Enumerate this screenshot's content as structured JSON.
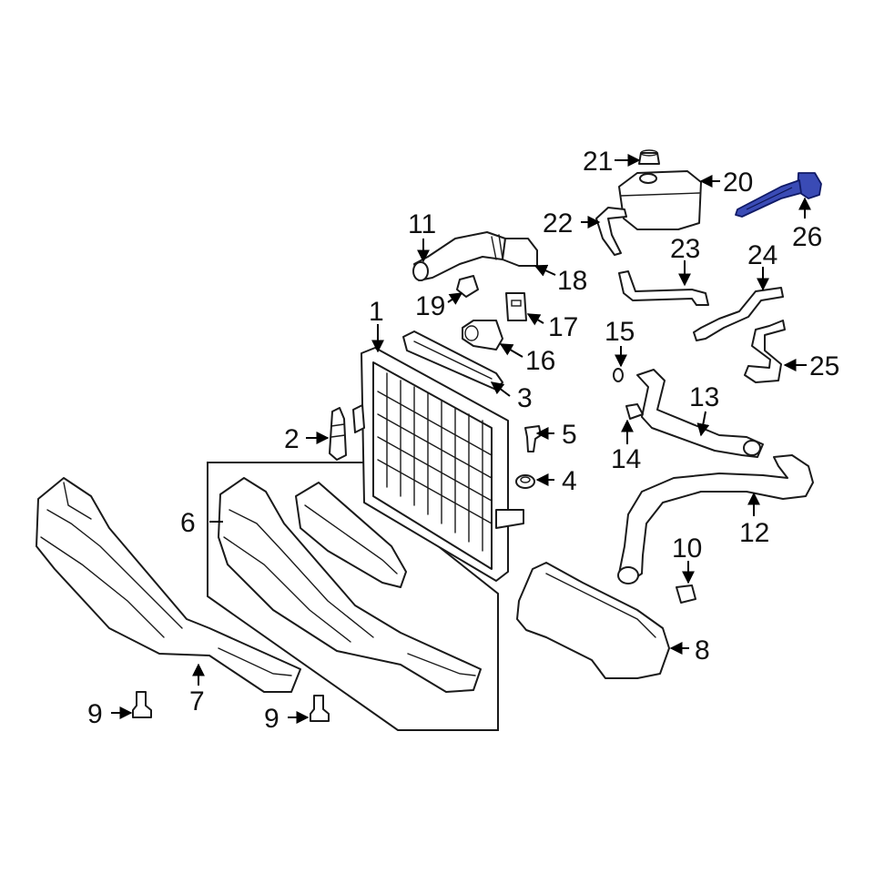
{
  "colors": {
    "background": "#ffffff",
    "line": "#1a1a1a",
    "highlight": "#3a4bb5"
  },
  "highlighted_part": "26",
  "callouts": {
    "c1": "1",
    "c2": "2",
    "c3": "3",
    "c4": "4",
    "c5": "5",
    "c6": "6",
    "c7": "7",
    "c8": "8",
    "c9a": "9",
    "c9b": "9",
    "c10": "10",
    "c11": "11",
    "c12": "12",
    "c13": "13",
    "c14": "14",
    "c15": "15",
    "c16": "16",
    "c17": "17",
    "c18": "18",
    "c19": "19",
    "c20": "20",
    "c21": "21",
    "c22": "22",
    "c23": "23",
    "c24": "24",
    "c25": "25",
    "c26": "26"
  }
}
